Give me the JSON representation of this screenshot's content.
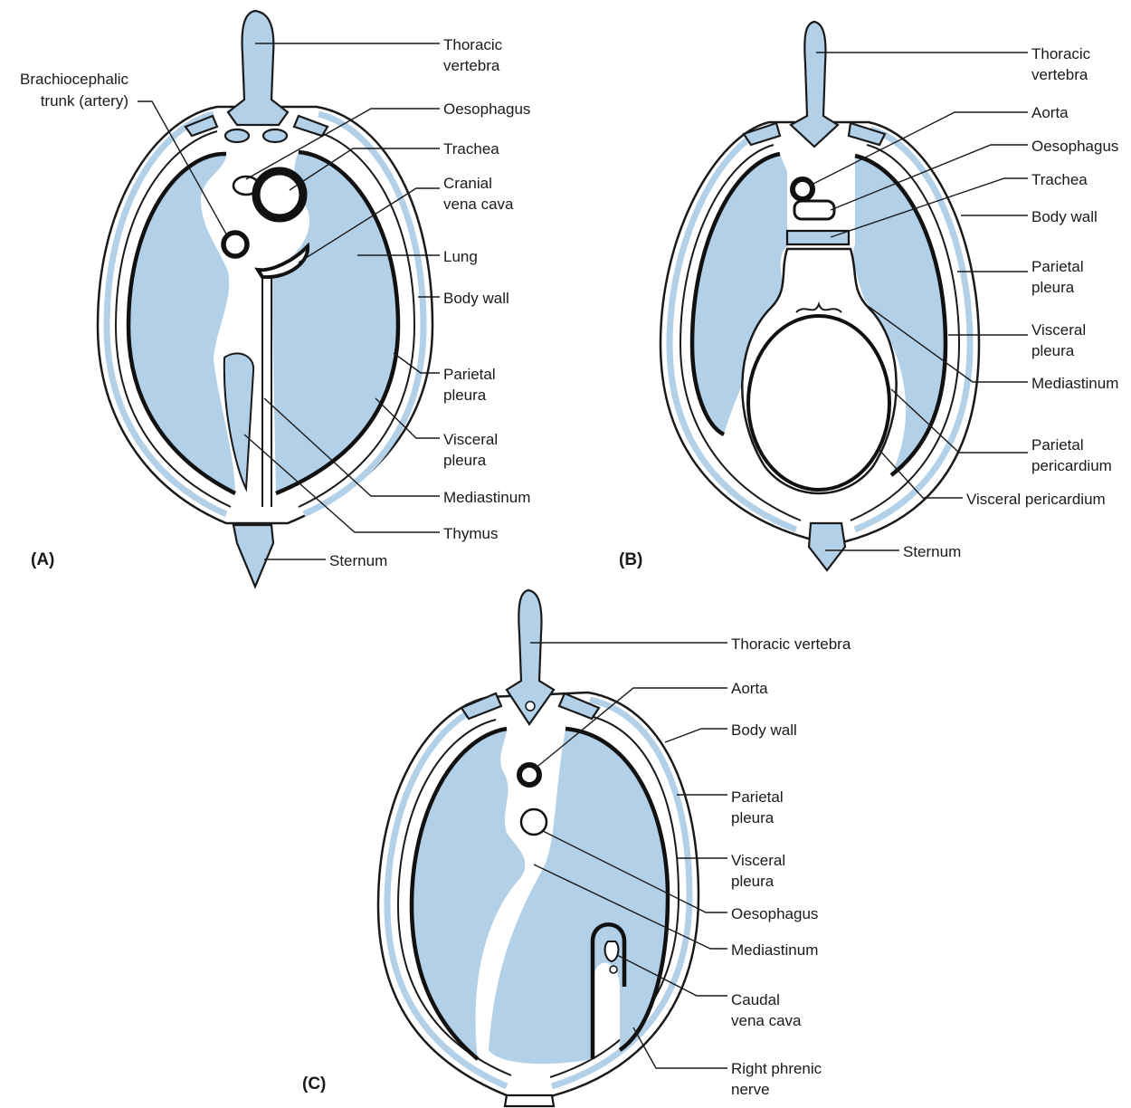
{
  "colors": {
    "lung": "#b3d0e9",
    "ink": "#1a1a1a",
    "background": "#ffffff"
  },
  "panels": {
    "a": {
      "tag": "(A)",
      "labels": {
        "thoracic_vertebra": [
          "Thoracic",
          "vertebra"
        ],
        "brachiocephalic": [
          "Brachiocephalic",
          "trunk (artery)"
        ],
        "oesophagus": "Oesophagus",
        "trachea": "Trachea",
        "cranial_vena_cava": [
          "Cranial",
          "vena cava"
        ],
        "lung": "Lung",
        "body_wall": "Body wall",
        "parietal_pleura": [
          "Parietal",
          "pleura"
        ],
        "visceral_pleura": [
          "Visceral",
          "pleura"
        ],
        "mediastinum": "Mediastinum",
        "thymus": "Thymus",
        "sternum": "Sternum"
      }
    },
    "b": {
      "tag": "(B)",
      "labels": {
        "thoracic_vertebra": [
          "Thoracic",
          "vertebra"
        ],
        "aorta": "Aorta",
        "oesophagus": "Oesophagus",
        "trachea": "Trachea",
        "body_wall": "Body wall",
        "parietal_pleura": [
          "Parietal",
          "pleura"
        ],
        "visceral_pleura": [
          "Visceral",
          "pleura"
        ],
        "mediastinum": "Mediastinum",
        "parietal_pericardium": [
          "Parietal",
          "pericardium"
        ],
        "visceral_pericardium": "Visceral pericardium",
        "sternum": "Sternum"
      }
    },
    "c": {
      "tag": "(C)",
      "labels": {
        "thoracic_vertebra": "Thoracic vertebra",
        "aorta": "Aorta",
        "body_wall": "Body wall",
        "parietal_pleura": [
          "Parietal",
          "pleura"
        ],
        "visceral_pleura": [
          "Visceral",
          "pleura"
        ],
        "oesophagus": "Oesophagus",
        "mediastinum": "Mediastinum",
        "caudal_vena_cava": [
          "Caudal",
          "vena cava"
        ],
        "right_phrenic_nerve": [
          "Right phrenic",
          "nerve"
        ]
      }
    }
  }
}
